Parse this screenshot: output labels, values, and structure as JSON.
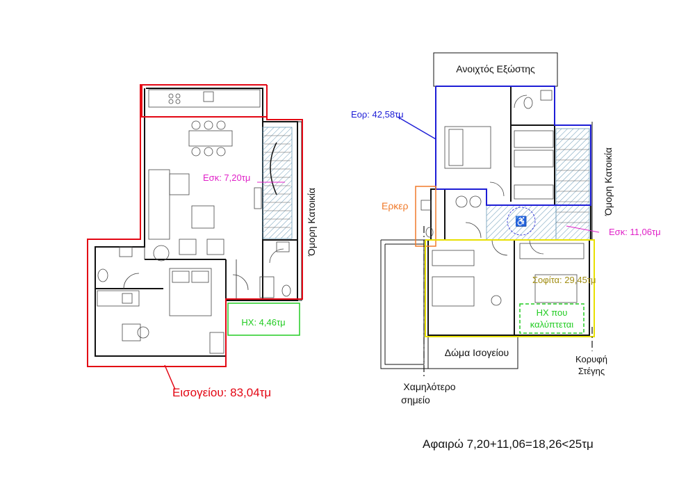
{
  "colors": {
    "red": "#e30613",
    "blue": "#1d1dd6",
    "magenta": "#e020c8",
    "orange": "#f07a2a",
    "yellow": "#e8e000",
    "olive": "#a08c10",
    "green": "#22cc22",
    "hatch": "#6a9bb8"
  },
  "labels": {
    "balcony": "Ανοιχτός Εξώστης",
    "eor": "Εορ: 42,58τμ",
    "erker": "Ερκερ",
    "esk_upper": "Εσκ: 11,06τμ",
    "esk_ground": "Εσκ: 7,20τμ",
    "neighbor_left": "Όμορη Κατοικία",
    "neighbor_right": "Όμορη Κατοικία",
    "sofita": "Σοφίτα: 29,45τμ",
    "hx_covered_1": "ΗΧ που",
    "hx_covered_2": "καλύπτεται",
    "hx": "ΗΧ: 4,46τμ",
    "ground_roof": "Δώμα Ισογείου",
    "roof_top_1": "Κορυφή",
    "roof_top_2": "Στέγης",
    "lowest_1": "Χαμηλότερο",
    "lowest_2": "σημείο",
    "ground_total": "Εισογείου: 83,04τμ",
    "formula": "Αφαιρώ 7,20+11,06=18,26<25τμ"
  }
}
